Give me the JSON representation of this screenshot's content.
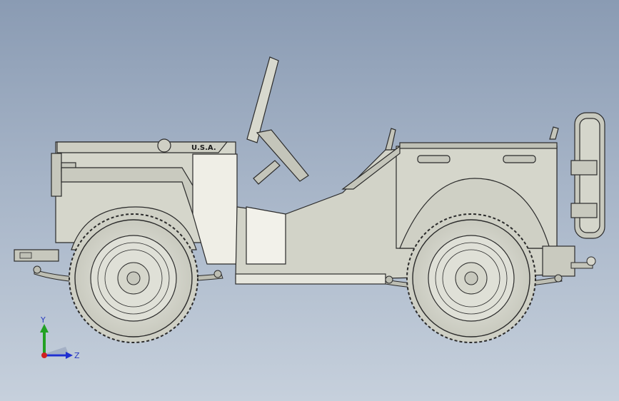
{
  "viewport": {
    "background_top": "#8a9bb3",
    "background_bottom": "#c6d0dc"
  },
  "model": {
    "hood_marking": "U.S.A.",
    "body_color": "#d5d6cb"
  },
  "triad": {
    "y_label": "Y",
    "z_label": "Z",
    "y_color": "#23a123",
    "z_color": "#1f2fd0",
    "x_color": "#d02020"
  }
}
